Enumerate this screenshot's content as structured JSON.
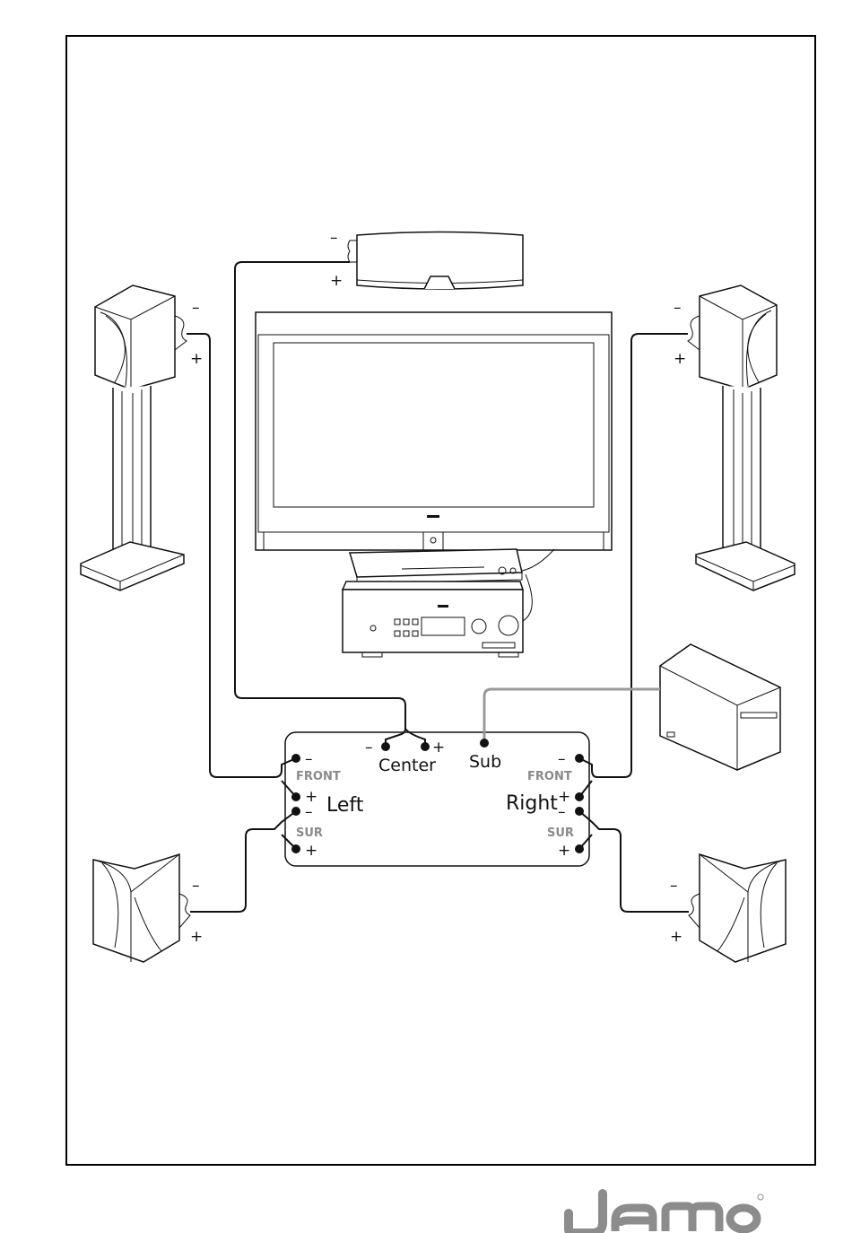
{
  "receiver_panel": {
    "center_label": "Center",
    "sub_label": "Sub",
    "front_left_label": "FRONT",
    "front_right_label": "FRONT",
    "left_label": "Left",
    "right_label": "Right",
    "sur_left_label": "SUR",
    "sur_right_label": "SUR"
  },
  "signs": {
    "minus": "–",
    "plus": "+"
  },
  "brand": {
    "logo_text": "Jamo",
    "registered": "®"
  },
  "colors": {
    "line": "#111111",
    "subwoofer_cable": "#9a9a9a",
    "panel_label": "#8a8a8a",
    "logo": "#8c8c8c"
  }
}
